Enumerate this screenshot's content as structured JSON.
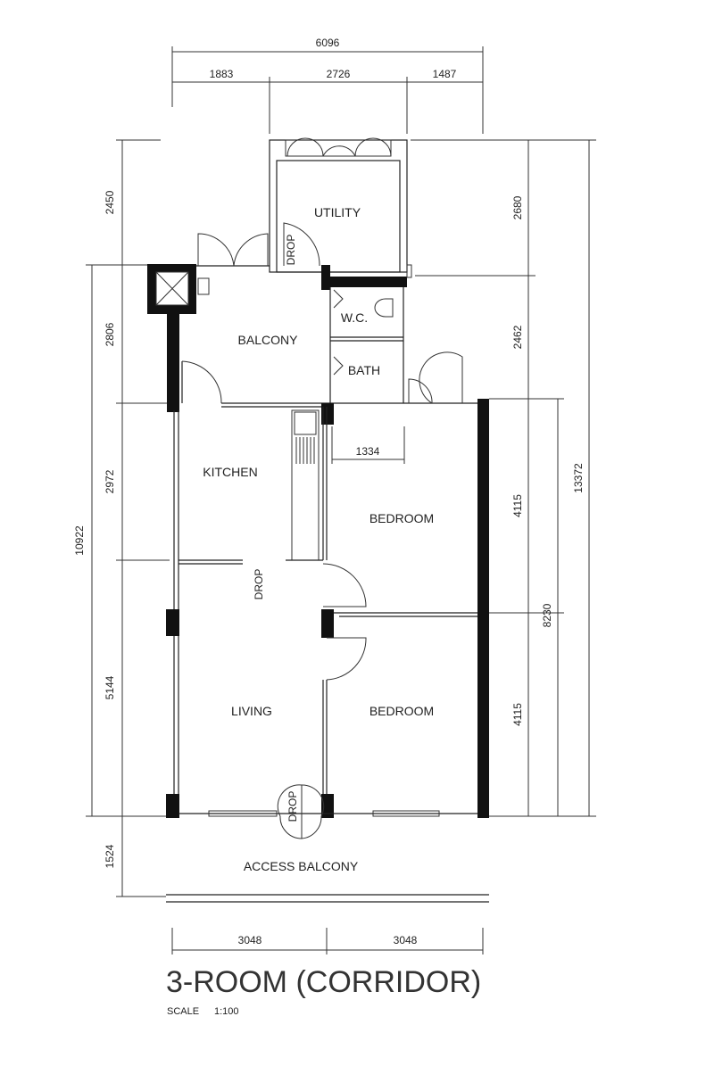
{
  "title": "3-ROOM (CORRIDOR)",
  "scale_label": "SCALE",
  "scale_value": "1:100",
  "rooms": {
    "utility": "UTILITY",
    "wc": "W.C.",
    "balcony": "BALCONY",
    "bath": "BATH",
    "kitchen": "KITCHEN",
    "bedroom_1": "BEDROOM",
    "bedroom_2": "BEDROOM",
    "living": "LIVING",
    "access_balcony": "ACCESS BALCONY"
  },
  "drop_labels": [
    "DROP",
    "DROP",
    "DROP"
  ],
  "dimensions": {
    "top_total": "6096",
    "top_1": "1883",
    "top_2": "2726",
    "top_3": "1487",
    "left_1": "2450",
    "left_2": "2806",
    "left_3": "2972",
    "left_4": "5144",
    "left_5": "1524",
    "left_total": "10922",
    "right_1": "2680",
    "right_2": "2462",
    "right_3": "4115",
    "right_4": "4115",
    "right_mid": "8230",
    "right_total": "13372",
    "bath_width": "1334",
    "bottom_1": "3048",
    "bottom_2": "3048"
  }
}
